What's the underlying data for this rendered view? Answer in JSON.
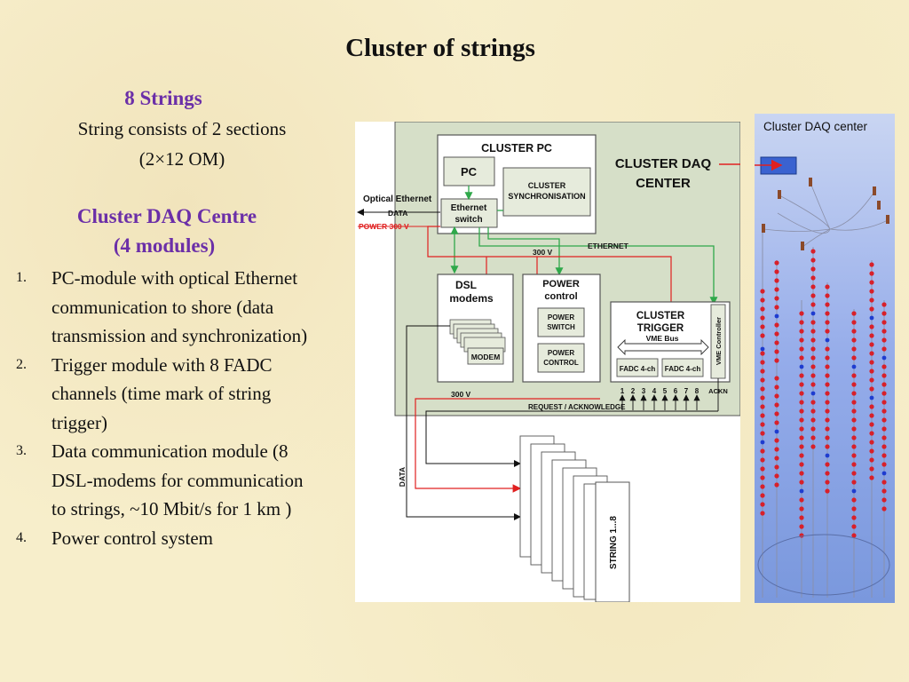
{
  "slide": {
    "title": "Cluster of strings",
    "strings_heading": "8  Strings",
    "strings_line1": "String consists of 2 sections",
    "strings_line2": "(2×12 OM)",
    "daq_heading_line1": "Cluster DAQ Centre",
    "daq_heading_line2": "(4 modules)",
    "items": [
      {
        "num": "1.",
        "lines": [
          "PC-module with optical Ethernet",
          "communication to shore (data",
          "transmission and synchronization)"
        ]
      },
      {
        "num": "2.",
        "lines": [
          "Trigger module with 8 FADC",
          "channels  (time mark of string",
          "trigger)"
        ]
      },
      {
        "num": "3.",
        "lines": [
          "Data communication module (8",
          "DSL-modems for communication",
          "to strings, ~10 Mbit/s for 1 km )"
        ]
      },
      {
        "num": "4.",
        "lines": [
          "Power control system"
        ]
      }
    ]
  },
  "diagram": {
    "cluster_pc": "CLUSTER PC",
    "pc": "PC",
    "cluster_sync_1": "CLUSTER",
    "cluster_sync_2": "SYNCHRONISATION",
    "ethernet_switch_1": "Ethernet",
    "ethernet_switch_2": "switch",
    "daq_center_1": "CLUSTER DAQ",
    "daq_center_2": "CENTER",
    "optical_ethernet": "Optical Ethernet",
    "data": "DATA",
    "power_300v": "POWER 300 V",
    "ethernet": "ETHERNET",
    "v300": "300 V",
    "v300_b": "300 V",
    "dsl_1": "DSL",
    "dsl_2": "modems",
    "modem": "MODEM",
    "power_control_1": "POWER",
    "power_control_2": "control",
    "power_switch_1": "POWER",
    "power_switch_2": "SWITCH",
    "power_ctrl_1": "POWER",
    "power_ctrl_2": "CONTROL",
    "cluster_trigger_1": "CLUSTER",
    "cluster_trigger_2": "TRIGGER",
    "vme_bus": "VME Bus",
    "fadc_a": "FADC 4-ch",
    "fadc_b": "FADC 4-ch",
    "vme_controller": "VME Controller",
    "channels": [
      "1",
      "2",
      "3",
      "4",
      "5",
      "6",
      "7",
      "8"
    ],
    "ackn": "ACKN",
    "request_ack": "REQUEST / ACKNOWLEDGE",
    "data_vertical": "DATA",
    "string_label": "STRING 1...8"
  },
  "array_label": "Cluster DAQ center",
  "colors": {
    "title_purple": "#6b2fa8",
    "daq_bg": "#d6dfc8",
    "power_red": "#e02020",
    "ethernet_green": "#2fa84a",
    "array_blue": "#7a98dd"
  }
}
